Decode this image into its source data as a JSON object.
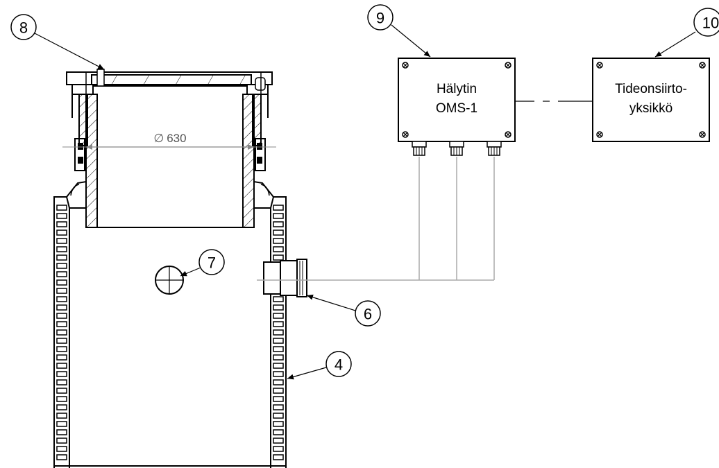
{
  "callouts": [
    {
      "id": "8",
      "label": "8"
    },
    {
      "id": "9",
      "label": "9"
    },
    {
      "id": "10",
      "label": "10"
    },
    {
      "id": "7",
      "label": "7"
    },
    {
      "id": "6",
      "label": "6"
    },
    {
      "id": "4",
      "label": "4"
    }
  ],
  "alarm_box": {
    "line1": "Hälytin",
    "line2": "OMS-1"
  },
  "transfer_box": {
    "line1": "Tideonsiirto-",
    "line2": "yksikkö"
  },
  "dimension": {
    "symbol": "∅",
    "value": "630"
  }
}
